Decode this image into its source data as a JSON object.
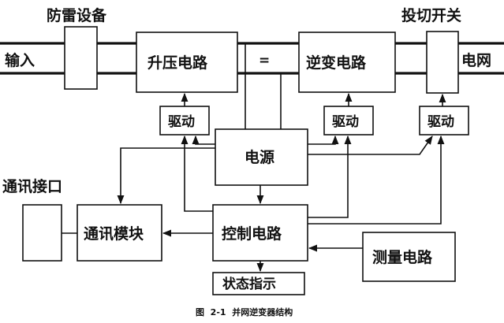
{
  "labels": {
    "lightning": "防雷设备",
    "switch": "投切开关",
    "input": "输入",
    "grid": "电网",
    "boost": "升压电路",
    "inverter": "逆变电路",
    "capacitor": "=",
    "drive1": "驱动",
    "drive2": "驱动",
    "drive3": "驱动",
    "power": "电源",
    "comm_port": "通讯接口",
    "comm_module": "通讯模块",
    "control": "控制电路",
    "measure": "测量电路",
    "status": "状态指示",
    "caption": "图  2-1  并网逆变器结构"
  }
}
